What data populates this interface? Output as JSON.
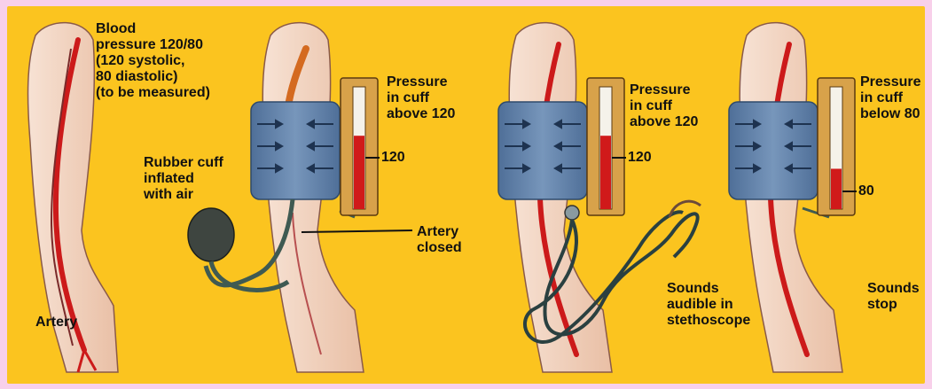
{
  "colors": {
    "page_border": "#f8d0ea",
    "background": "#fbc41f",
    "skin": "#f3d6c2",
    "artery": "#d01a1a",
    "cuff": "#5f7fa6",
    "gauge": "#d8a24a",
    "mercury": "#d01a1a"
  },
  "panels": [
    {
      "id": "normal",
      "labels": [
        "Blood",
        "pressure 120/80",
        "(120 systolic,",
        "80 diastolic)",
        "(to be measured)"
      ],
      "artery_label": "Artery"
    },
    {
      "id": "cuff-inflated",
      "pressure_label": [
        "Pressure",
        "in cuff",
        "above 120"
      ],
      "gauge_mark": "120",
      "cuff_label": [
        "Rubber cuff",
        "inflated",
        "with air"
      ],
      "artery_label": [
        "Artery",
        "closed"
      ],
      "gauge_level": 0.6
    },
    {
      "id": "sounds-audible",
      "pressure_label": [
        "Pressure",
        "in cuff",
        "above 120"
      ],
      "gauge_mark": "120",
      "sounds_label": [
        "Sounds",
        "audible in",
        "stethoscope"
      ],
      "gauge_level": 0.6
    },
    {
      "id": "sounds-stop",
      "pressure_label": [
        "Pressure",
        "in cuff",
        "below 80"
      ],
      "gauge_mark": "80",
      "sounds_label": [
        "Sounds",
        "stop"
      ],
      "gauge_level": 0.33
    }
  ]
}
